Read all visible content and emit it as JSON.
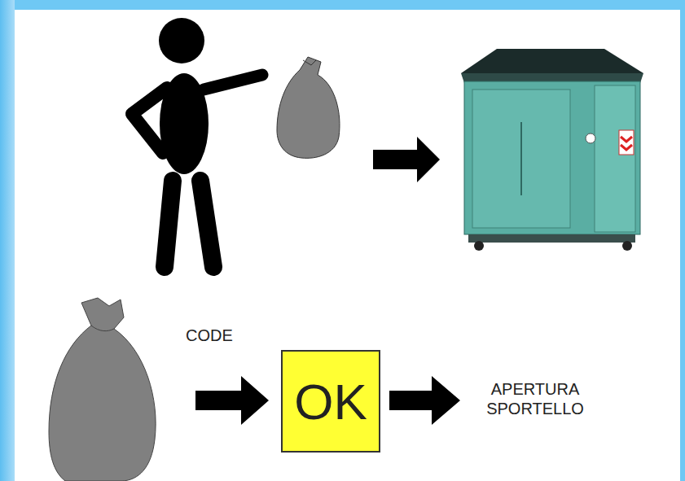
{
  "diagram": {
    "nodes": [
      {
        "text": [
          "OK"
        ]
      }
    ],
    "labels": [
      "CODE",
      "APERTURA SPORTELLO"
    ]
  }
}
